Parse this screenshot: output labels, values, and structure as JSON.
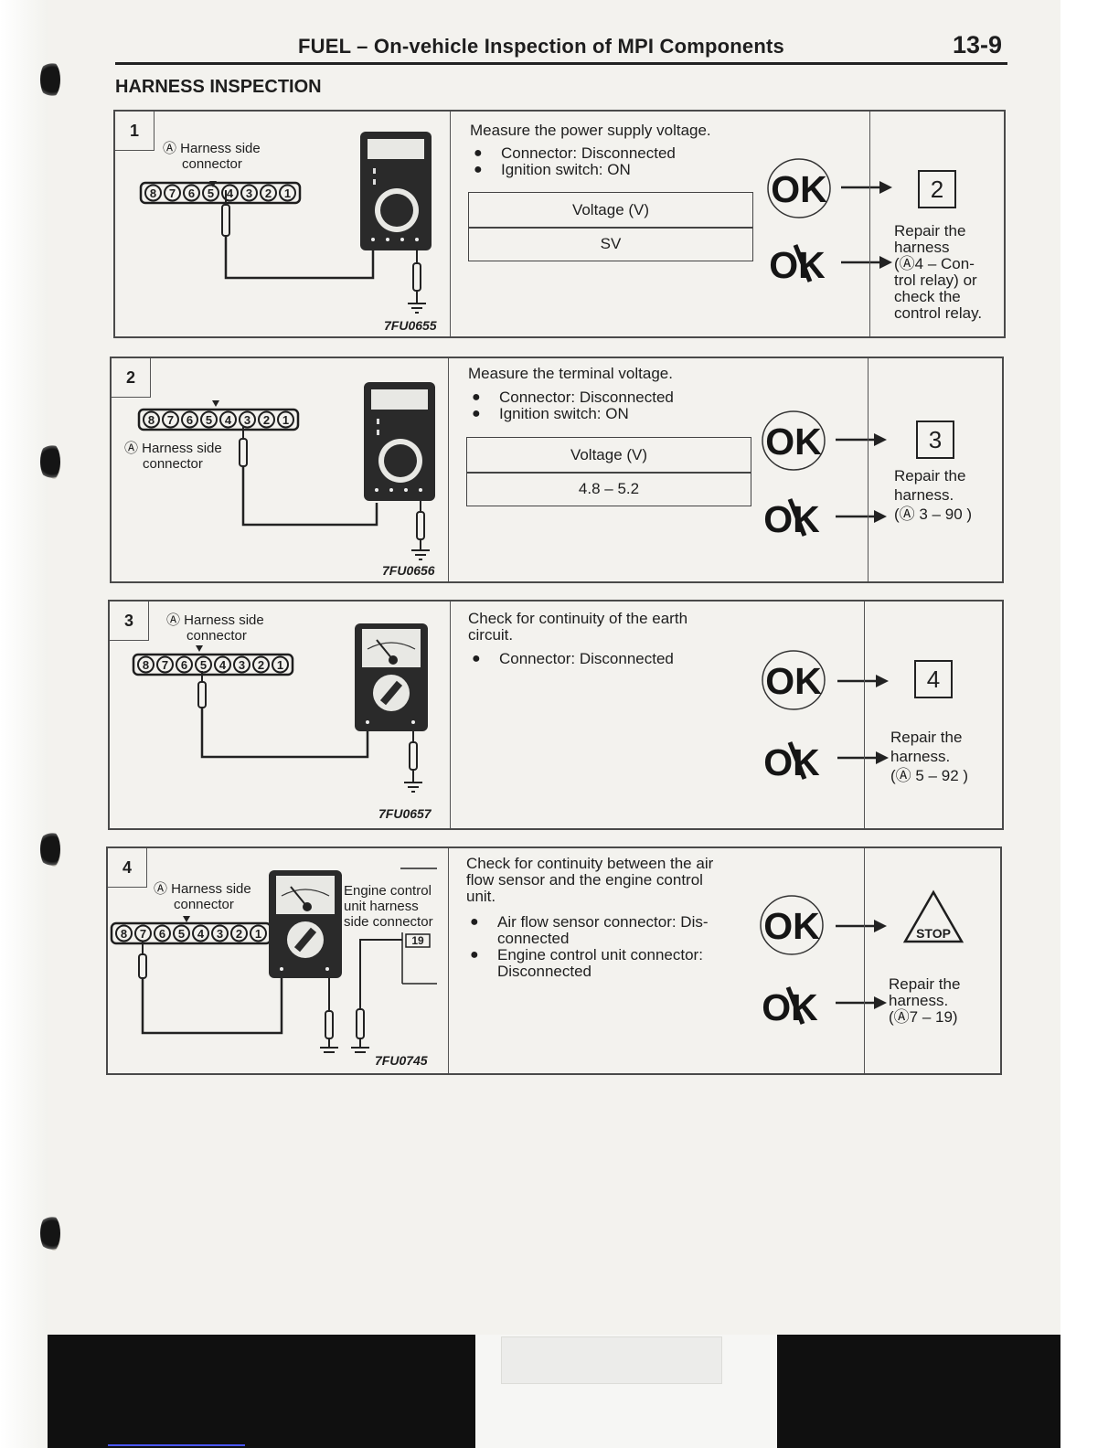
{
  "header": {
    "title": "FUEL – On-vehicle Inspection of MPI Components",
    "page_number": "13-9"
  },
  "section_heading": "HARNESS INSPECTION",
  "connector_pins": [
    "8",
    "7",
    "6",
    "5",
    "4",
    "3",
    "2",
    "1"
  ],
  "steps": [
    {
      "number": "1",
      "harness_label_l1": "Ⓐ Harness side",
      "harness_label_l2": "connector",
      "fig_code": "7FU0655",
      "title": "Measure the power supply voltage.",
      "conditions": [
        "Connector: Disconnected",
        "Ignition switch: ON"
      ],
      "table_header": "Voltage (V)",
      "table_value": "SV",
      "ok_label": "OK",
      "ng_label": "OK",
      "next": "2",
      "repair_lines": [
        "Repair the",
        "harness",
        "(Ⓐ4 – Con-",
        "trol relay) or",
        "check the",
        "control relay."
      ]
    },
    {
      "number": "2",
      "harness_label_l1": "Ⓐ Harness side",
      "harness_label_l2": "connector",
      "fig_code": "7FU0656",
      "title": "Measure the terminal voltage.",
      "conditions": [
        "Connector: Disconnected",
        "Ignition switch: ON"
      ],
      "table_header": "Voltage (V)",
      "table_value": "4.8 – 5.2",
      "ok_label": "OK",
      "ng_label": "OK",
      "next": "3",
      "repair_lines": [
        "Repair the",
        "harness.",
        "(Ⓐ 3 – 90 )"
      ]
    },
    {
      "number": "3",
      "harness_label_l1": "Ⓐ Harness side",
      "harness_label_l2": "connector",
      "fig_code": "7FU0657",
      "title_lines": [
        "Check for continuity of the earth",
        "circuit."
      ],
      "conditions": [
        "Connector: Disconnected"
      ],
      "ok_label": "OK",
      "ng_label": "OK",
      "next": "4",
      "repair_lines": [
        "Repair the",
        "harness.",
        "(Ⓐ 5 – 92 )"
      ]
    },
    {
      "number": "4",
      "harness_label_l1": "Ⓐ Harness side",
      "harness_label_l2": "connector",
      "ecu_label_lines": [
        "Engine control",
        "unit harness",
        "side connector"
      ],
      "ecu_pin": "19",
      "fig_code": "7FU0745",
      "title_lines": [
        "Check for continuity between the air",
        "flow sensor and the engine control",
        "unit."
      ],
      "conditions_lines": [
        [
          "Air flow sensor connector: Dis-",
          "connected"
        ],
        [
          "Engine control unit connector:",
          "Disconnected"
        ]
      ],
      "ok_label": "OK",
      "ng_label": "OK",
      "next": "STOP",
      "repair_lines": [
        "Repair the",
        "harness.",
        "(Ⓐ7 – 19)"
      ]
    }
  ],
  "colors": {
    "ink": "#1e1e1e",
    "paper": "#f3f2ee",
    "meter_body": "#2a2a2a"
  }
}
